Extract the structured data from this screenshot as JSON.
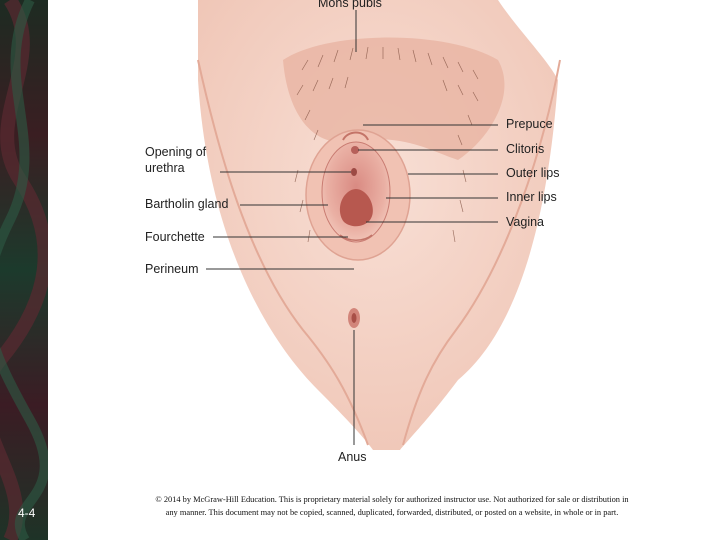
{
  "slide": {
    "number": "4-4"
  },
  "diagram": {
    "labels": {
      "mons_pubis": "Mons pubis",
      "prepuce": "Prepuce",
      "opening_of_urethra_line1": "Opening of",
      "opening_of_urethra_line2": "urethra",
      "clitoris": "Clitoris",
      "outer_lips": "Outer lips",
      "bartholin_gland": "Bartholin gland",
      "inner_lips": "Inner lips",
      "vagina": "Vagina",
      "fourchette": "Fourchette",
      "perineum": "Perineum",
      "anus": "Anus"
    },
    "colors": {
      "skin": "#f6d6cb",
      "skin_shadow": "#eab9a8",
      "inner": "#e8a49a",
      "opening": "#b7584f",
      "leader_line": "#333333",
      "hair": "#7a4a3a"
    }
  },
  "footer": {
    "copyright_line1": "© 2014 by McGraw-Hill Education. This is proprietary material solely for authorized instructor use. Not authorized for sale or distribution in",
    "copyright_line2": "any manner. This document may not be copied, scanned, duplicated, forwarded, distributed, or posted on a website, in whole or in part."
  }
}
